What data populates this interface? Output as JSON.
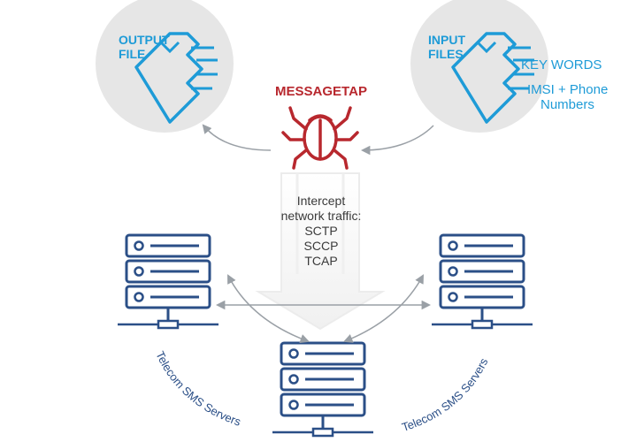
{
  "output_file": {
    "line1": "OUTPUT",
    "line2": "FILE"
  },
  "input_files": {
    "line1": "INPUT",
    "line2": "FILES",
    "keywords": "KEY WORDS",
    "imsi_line1": "IMSI + Phone",
    "imsi_line2": "Numbers"
  },
  "center": {
    "title": "MESSAGETAP",
    "intercept_lines": [
      "Intercept",
      "network traffic:",
      "SCTP",
      "SCCP",
      "TCAP"
    ]
  },
  "servers": {
    "left_label": "Telecom SMS Servers",
    "right_label": "Telecom SMS Servers"
  },
  "colors": {
    "blue": "#1e9bd7",
    "dark_blue": "#2b4f87",
    "red": "#b8282e",
    "circle": "#e6e6e6",
    "arrow": "#9aa0a6"
  }
}
